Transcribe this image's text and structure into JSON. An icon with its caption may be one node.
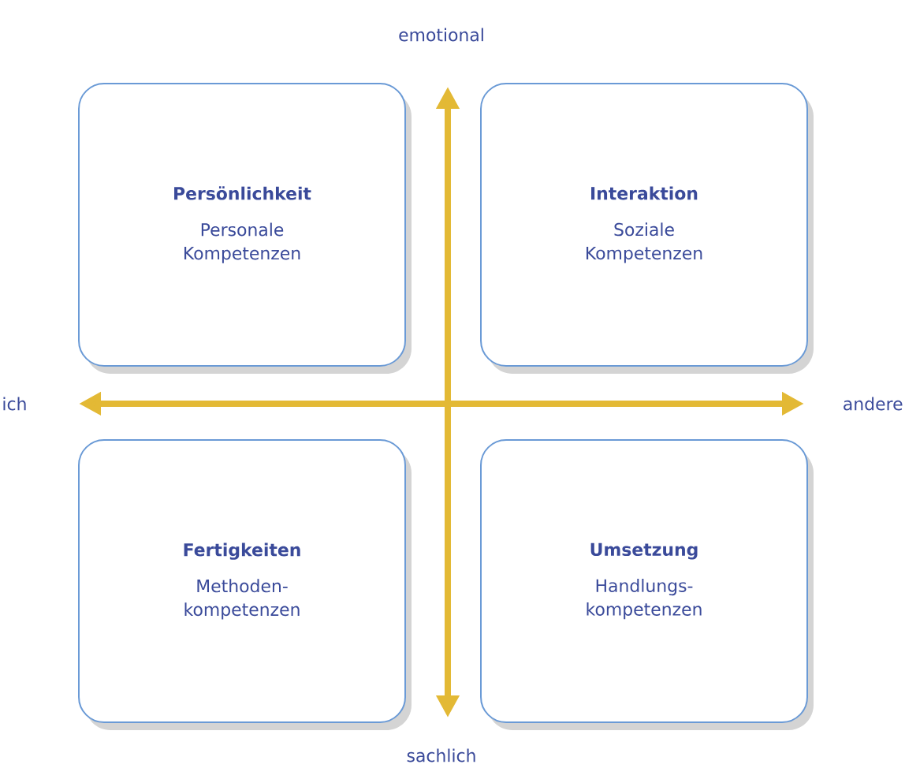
{
  "diagram": {
    "nodes": [
      {
        "text": [
          "Persönlichkeit",
          "Personale Kompetenzen"
        ]
      },
      {
        "text": [
          "Interaktion",
          "Soziale Kompetenzen"
        ]
      },
      {
        "text": [
          "Fertigkeiten",
          "Methoden- kompetenzen"
        ]
      },
      {
        "text": [
          "Umsetzung",
          "Handlungs- kompetenzen"
        ]
      }
    ],
    "labels": [
      "emotional",
      "ich",
      "andere",
      "sachlich"
    ]
  }
}
